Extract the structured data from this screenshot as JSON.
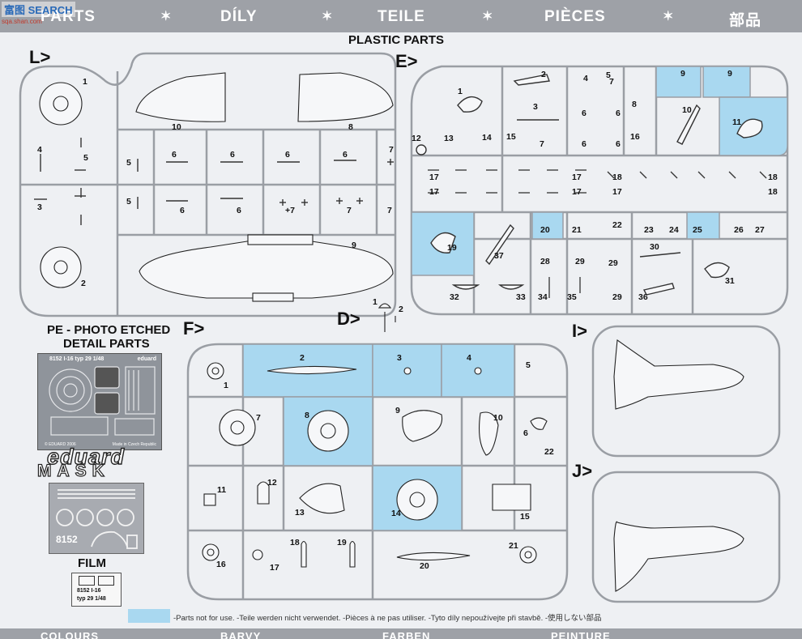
{
  "header": {
    "parts": "PARTS",
    "cz": "DÍLY",
    "de": "TEILE",
    "fr": "PIÈCES",
    "jp": "部品"
  },
  "footer": {
    "colours": "COLOURS",
    "cz": "BARVY",
    "de": "FARBEN",
    "fr": "PEINTURE"
  },
  "watermark": {
    "brand": "SEARCH",
    "sub": "sqa.shan.com"
  },
  "plastic_title": "PLASTIC PARTS",
  "sprues": {
    "L": "L>",
    "E": "E>",
    "D": "D>",
    "F": "F>",
    "I": "I>",
    "J": "J>"
  },
  "pe": {
    "title": "PE - PHOTO ETCHED",
    "subtitle": "DETAIL PARTS",
    "card_code": "8152  I-16 typ 29   1/48",
    "card_brand": "eduard",
    "card_copy": "© EDUARD 2006",
    "card_made": "Made in Czech Republic"
  },
  "mask": {
    "brand": "eduard",
    "word": "MASK",
    "code": "8152"
  },
  "film": {
    "title": "FILM",
    "code": "8152  I-16",
    "code2": "typ 29   1/48"
  },
  "legend_note": "-Parts not for use.  -Teile werden nicht verwendet.  -Pièces à ne pas utiliser.  -Tyto díly nepoužívejte při stavbě.  -使用しない部品",
  "colors": {
    "blue": "#a9d8f0",
    "frame": "#9a9ea4"
  },
  "part_numbers": {
    "L": [
      "1",
      "10",
      "8",
      "4",
      "5",
      "6",
      "6",
      "6",
      "6",
      "7",
      "5",
      "3",
      "5",
      "6",
      "6",
      "+7",
      "7",
      "7",
      "9",
      "2"
    ],
    "E": [
      "2",
      "4",
      "5",
      "7",
      "9",
      "9",
      "1",
      "3",
      "6",
      "6",
      "8",
      "10",
      "11",
      "12",
      "13",
      "14",
      "15",
      "7",
      "6",
      "16",
      "6",
      "17",
      "17",
      "17",
      "18",
      "17",
      "17",
      "18",
      "18",
      "19",
      "20",
      "21",
      "22",
      "23",
      "24",
      "25",
      "26",
      "27",
      "37",
      "28",
      "29",
      "29",
      "30",
      "31",
      "32",
      "33",
      "34",
      "35",
      "29",
      "36"
    ],
    "D": [
      "1",
      "2"
    ],
    "F": [
      "2",
      "3",
      "4",
      "1",
      "5",
      "7",
      "8",
      "9",
      "10",
      "6",
      "22",
      "11",
      "12",
      "13",
      "14",
      "15",
      "16",
      "17",
      "18",
      "19",
      "20",
      "21"
    ]
  }
}
